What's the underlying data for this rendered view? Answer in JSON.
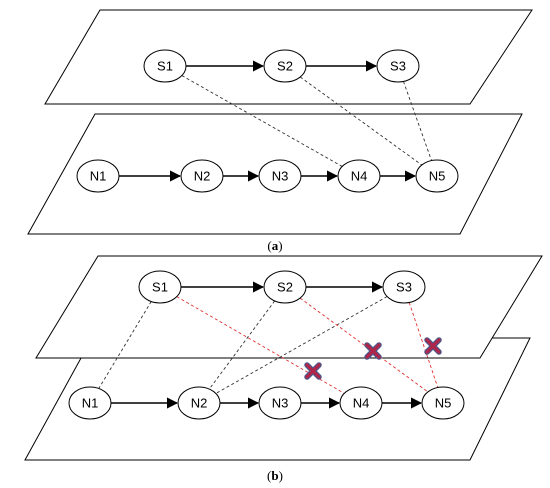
{
  "panels": [
    {
      "caption": "(a)",
      "caption_letter": "a",
      "upper_nodes": [
        "S1",
        "S2",
        "S3"
      ],
      "lower_nodes": [
        "N1",
        "N2",
        "N3",
        "N4",
        "N5"
      ],
      "links": [
        {
          "from": "S1",
          "to": "N4",
          "status": "kept"
        },
        {
          "from": "S2",
          "to": "N5",
          "status": "kept"
        },
        {
          "from": "S3",
          "to": "N5",
          "status": "kept"
        }
      ]
    },
    {
      "caption": "(b)",
      "caption_letter": "b",
      "upper_nodes": [
        "S1",
        "S2",
        "S3"
      ],
      "lower_nodes": [
        "N1",
        "N2",
        "N3",
        "N4",
        "N5"
      ],
      "links": [
        {
          "from": "S1",
          "to": "N1",
          "status": "kept"
        },
        {
          "from": "S2",
          "to": "N2",
          "status": "kept"
        },
        {
          "from": "S3",
          "to": "N2",
          "status": "kept"
        },
        {
          "from": "S1",
          "to": "N4",
          "status": "removed"
        },
        {
          "from": "S2",
          "to": "N5",
          "status": "removed"
        },
        {
          "from": "S3",
          "to": "N5",
          "status": "removed"
        }
      ]
    }
  ],
  "colors": {
    "kept_link": "#333333",
    "removed_link": "#e03030",
    "cross_mark": "#b0254a",
    "cross_outline": "#4a5a8a"
  }
}
